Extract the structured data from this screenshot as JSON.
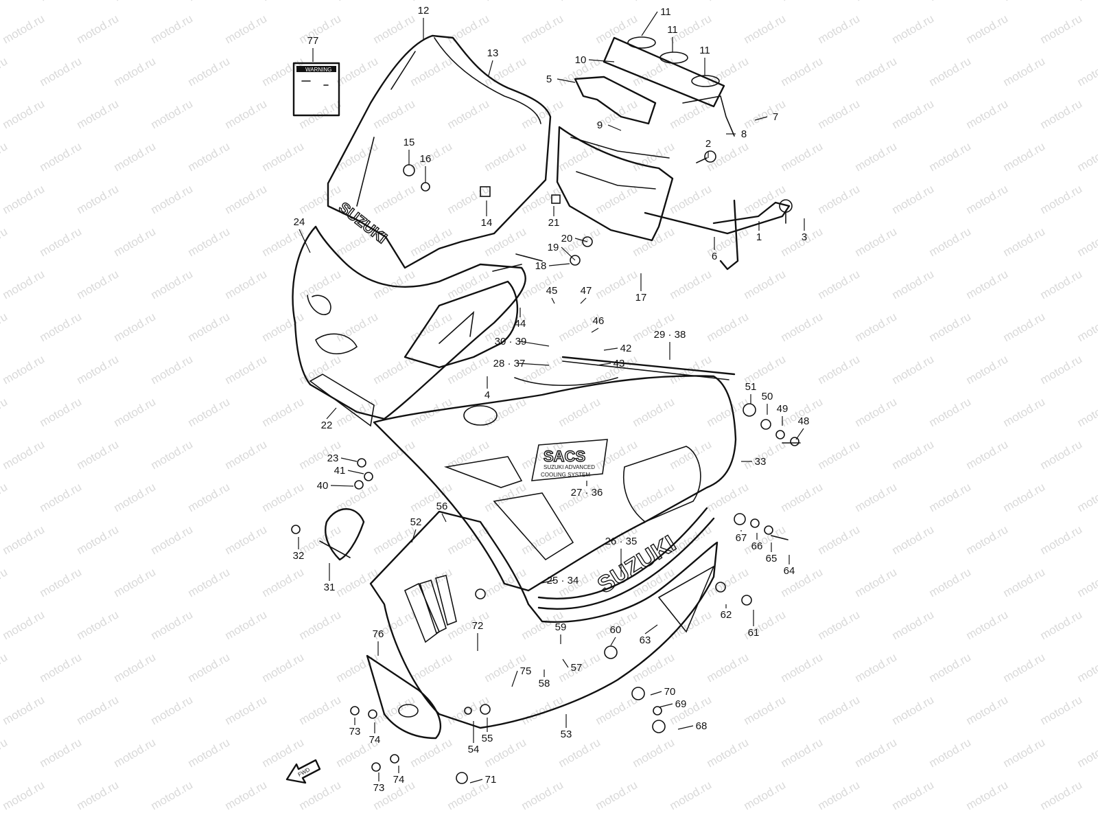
{
  "watermark": "motod.ru",
  "decals": {
    "brand": "SUZUKI",
    "sacs_logo": "SACS",
    "sacs_line1": "SUZUKI ADVANCED",
    "sacs_line2": "COOLING SYSTEM",
    "warning_label": "WARNING",
    "fwd_arrow": "FWD"
  },
  "callouts": [
    {
      "id": "c12",
      "text": "12"
    },
    {
      "id": "c13",
      "text": "13"
    },
    {
      "id": "c77",
      "text": "77"
    },
    {
      "id": "c11a",
      "text": "11"
    },
    {
      "id": "c11b",
      "text": "11"
    },
    {
      "id": "c11c",
      "text": "11"
    },
    {
      "id": "c10",
      "text": "10"
    },
    {
      "id": "c5",
      "text": "5"
    },
    {
      "id": "c7",
      "text": "7"
    },
    {
      "id": "c8",
      "text": "8"
    },
    {
      "id": "c9",
      "text": "9"
    },
    {
      "id": "c2",
      "text": "2"
    },
    {
      "id": "c3",
      "text": "3"
    },
    {
      "id": "c1",
      "text": "1"
    },
    {
      "id": "c6",
      "text": "6"
    },
    {
      "id": "c15",
      "text": "15"
    },
    {
      "id": "c16",
      "text": "16"
    },
    {
      "id": "c14",
      "text": "14"
    },
    {
      "id": "c21",
      "text": "21"
    },
    {
      "id": "c20",
      "text": "20"
    },
    {
      "id": "c19",
      "text": "19"
    },
    {
      "id": "c18",
      "text": "18"
    },
    {
      "id": "c17",
      "text": "17"
    },
    {
      "id": "c24",
      "text": "24"
    },
    {
      "id": "c45",
      "text": "45"
    },
    {
      "id": "c47",
      "text": "47"
    },
    {
      "id": "c44",
      "text": "44"
    },
    {
      "id": "c46",
      "text": "46"
    },
    {
      "id": "c30",
      "text": "30 · 39"
    },
    {
      "id": "c42",
      "text": "42"
    },
    {
      "id": "c28",
      "text": "28 · 37"
    },
    {
      "id": "c43",
      "text": "43"
    },
    {
      "id": "c29",
      "text": "29 · 38"
    },
    {
      "id": "c4",
      "text": "4"
    },
    {
      "id": "c22",
      "text": "22"
    },
    {
      "id": "c51",
      "text": "51"
    },
    {
      "id": "c50",
      "text": "50"
    },
    {
      "id": "c49",
      "text": "49"
    },
    {
      "id": "c48",
      "text": "48"
    },
    {
      "id": "c23",
      "text": "23"
    },
    {
      "id": "c41",
      "text": "41"
    },
    {
      "id": "c40",
      "text": "40"
    },
    {
      "id": "c33",
      "text": "33"
    },
    {
      "id": "c27",
      "text": "27 · 36"
    },
    {
      "id": "c56",
      "text": "56"
    },
    {
      "id": "c52",
      "text": "52"
    },
    {
      "id": "c32",
      "text": "32"
    },
    {
      "id": "c31",
      "text": "31"
    },
    {
      "id": "c67",
      "text": "67"
    },
    {
      "id": "c66",
      "text": "66"
    },
    {
      "id": "c65",
      "text": "65"
    },
    {
      "id": "c64",
      "text": "64"
    },
    {
      "id": "c26",
      "text": "26 · 35"
    },
    {
      "id": "c25",
      "text": "25 · 34"
    },
    {
      "id": "c62",
      "text": "62"
    },
    {
      "id": "c61",
      "text": "61"
    },
    {
      "id": "c63",
      "text": "63"
    },
    {
      "id": "c60",
      "text": "60"
    },
    {
      "id": "c59",
      "text": "59"
    },
    {
      "id": "c57",
      "text": "57"
    },
    {
      "id": "c72",
      "text": "72"
    },
    {
      "id": "c76",
      "text": "76"
    },
    {
      "id": "c75",
      "text": "75"
    },
    {
      "id": "c58",
      "text": "58"
    },
    {
      "id": "c70",
      "text": "70"
    },
    {
      "id": "c69",
      "text": "69"
    },
    {
      "id": "c68",
      "text": "68"
    },
    {
      "id": "c53",
      "text": "53"
    },
    {
      "id": "c73a",
      "text": "73"
    },
    {
      "id": "c74a",
      "text": "74"
    },
    {
      "id": "c54",
      "text": "54"
    },
    {
      "id": "c55",
      "text": "55"
    },
    {
      "id": "c73b",
      "text": "73"
    },
    {
      "id": "c74b",
      "text": "74"
    },
    {
      "id": "c71",
      "text": "71"
    }
  ]
}
